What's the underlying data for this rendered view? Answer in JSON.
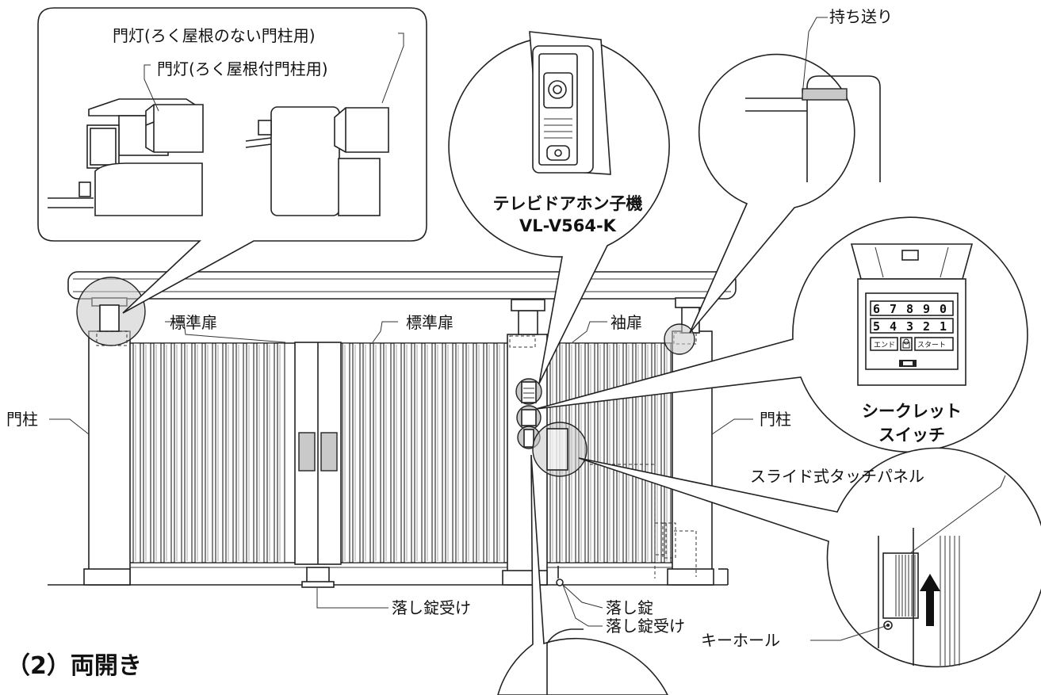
{
  "title": "（2）両開き",
  "labels": {
    "lamp_no_roof": "門灯(ろく屋根のない門柱用)",
    "lamp_roof": "門灯(ろく屋根付門柱用)",
    "standard_door_left": "標準扉",
    "standard_door_right": "標準扉",
    "sleeve_door": "袖扉",
    "post_left": "門柱",
    "post_right": "門柱",
    "carry_forward": "持ち送り",
    "intercom_line1": "テレビドアホン子機",
    "intercom_line2": "VL-V564-K",
    "secret_switch_line1": "シークレット",
    "secret_switch_line2": "スイッチ",
    "slide_touch_panel": "スライド式タッチパネル",
    "drop_lock_receiver_1": "落し錠受け",
    "drop_lock": "落し錠",
    "drop_lock_receiver_2": "落し錠受け",
    "key_hole": "キーホール"
  },
  "keypad": {
    "row1": [
      "6",
      "7",
      "8",
      "9",
      "0"
    ],
    "row2": [
      "5",
      "4",
      "3",
      "2",
      "1"
    ],
    "end_key": "エンド",
    "start_key": "スタート"
  }
}
